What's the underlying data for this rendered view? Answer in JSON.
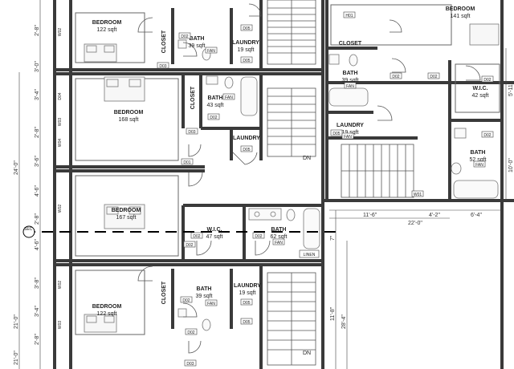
{
  "rooms": [
    {
      "id": "bedroom-1",
      "name": "BEDROOM",
      "area": "122 sqft"
    },
    {
      "id": "closet-1",
      "name": "CLOSET",
      "area": ""
    },
    {
      "id": "bath-1",
      "name": "BATH",
      "area": "39 sqft"
    },
    {
      "id": "laundry-1",
      "name": "LAUNDRY",
      "area": "19 sqft"
    },
    {
      "id": "bedroom-r1",
      "name": "BEDROOM",
      "area": "141 sqft"
    },
    {
      "id": "closet-r1",
      "name": "CLOSET",
      "area": ""
    },
    {
      "id": "bath-r1",
      "name": "BATH",
      "area": "39 sqft"
    },
    {
      "id": "wic-r1",
      "name": "W.I.C.",
      "area": "42 sqft"
    },
    {
      "id": "bedroom-2",
      "name": "BEDROOM",
      "area": "168 sqft"
    },
    {
      "id": "closet-2",
      "name": "CLOSET",
      "area": ""
    },
    {
      "id": "bath-2",
      "name": "BATH",
      "area": "43 sqft"
    },
    {
      "id": "laundry-2",
      "name": "LAUNDRY",
      "area": ""
    },
    {
      "id": "laundry-r1",
      "name": "LAUNDRY",
      "area": "19 sqft"
    },
    {
      "id": "bath-r2",
      "name": "BATH",
      "area": "52 sqft"
    },
    {
      "id": "bedroom-3",
      "name": "BEDROOM",
      "area": "167 sqft"
    },
    {
      "id": "wic-3",
      "name": "W.I.C.",
      "area": "47 sqft"
    },
    {
      "id": "bath-3",
      "name": "BATH",
      "area": "62 sqft"
    },
    {
      "id": "bedroom-4",
      "name": "BEDROOM",
      "area": "122 sqft"
    },
    {
      "id": "closet-4",
      "name": "CLOSET",
      "area": ""
    },
    {
      "id": "bath-4",
      "name": "BATH",
      "area": "39 sqft"
    },
    {
      "id": "laundry-4",
      "name": "LAUNDRY",
      "area": "19 sqft"
    }
  ],
  "tags": {
    "fan": "FAN",
    "linen": "LINEN",
    "dn": "DN",
    "sec": "SEC",
    "d01": "D01",
    "d02": "D02",
    "d03": "D03",
    "d04": "D04",
    "d05": "D05",
    "w01": "W01",
    "w02": "W02",
    "w03": "W03",
    "w04": "W04",
    "h01": "H01"
  },
  "dimensions": {
    "v_2_8": "2'-8\"",
    "v_3_0": "3'-0\"",
    "v_3_4": "3'-4\"",
    "v_3_6": "3'-6\"",
    "v_3_8": "3'-8\"",
    "v_4_6": "4'-6\"",
    "v_24_0": "24'-0\"",
    "v_21_0": "21'-0\"",
    "v_7": "7\"",
    "v_11_8": "11'-8\"",
    "v_28_4": "28'-4\"",
    "r_5_11": "5'-11\"",
    "r_10_0": "10'-0\"",
    "h_11_6": "11'-6\"",
    "h_4_2": "4'-2\"",
    "h_6_4": "6'-4\"",
    "h_22_0": "22'-0\""
  }
}
